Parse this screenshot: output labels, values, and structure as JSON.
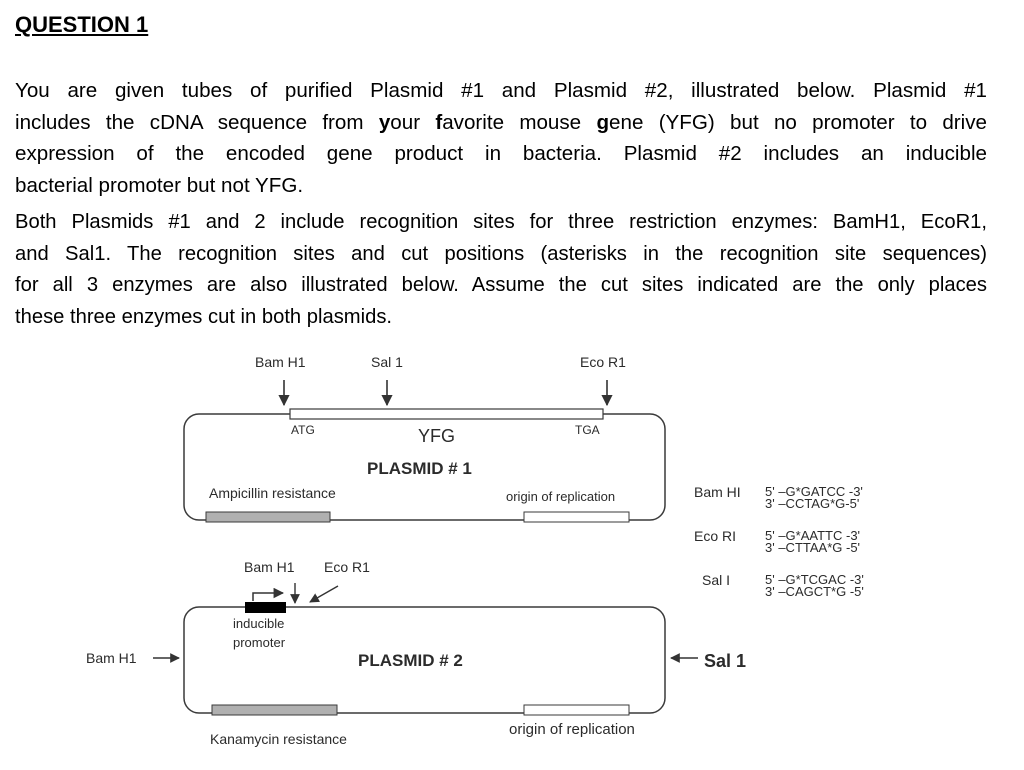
{
  "question": {
    "heading": "QUESTION 1",
    "para1": {
      "l1": "You are given tubes of purified Plasmid #1 and Plasmid #2, illustrated below.  Plasmid #1",
      "l2_a": "includes the cDNA sequence from ",
      "l2_y": "y",
      "l2_b": "our ",
      "l2_f": "f",
      "l2_c": "avorite mouse ",
      "l2_g": "g",
      "l2_d": "ene (YFG) but no promoter to drive",
      "l3": "expression of the encoded gene product in bacteria.  Plasmid #2 includes an inducible",
      "l4": "bacterial promoter but not YFG."
    },
    "para2": {
      "l1": "Both Plasmids #1 and 2 include recognition sites for three restriction enzymes: BamH1, EcoR1,",
      "l2": "and Sal1. The recognition sites and cut positions (asterisks in the recognition site sequences)",
      "l3": "for all 3 enzymes are also illustrated below. Assume the cut sites indicated are the only places",
      "l4": "these three enzymes cut in both plasmids."
    }
  },
  "plasmid1": {
    "site_bam": "Bam H1",
    "site_sal": "Sal 1",
    "site_eco": "Eco R1",
    "atg": "ATG",
    "yfg": "YFG",
    "tga": "TGA",
    "title": "PLASMID # 1",
    "amp": "Ampicillin resistance",
    "ori": "origin of replication"
  },
  "plasmid2": {
    "site_bam": "Bam H1",
    "site_eco": "Eco R1",
    "promoter_l1": "inducible",
    "promoter_l2": "promoter",
    "left_site": "Bam H1",
    "title": "PLASMID # 2",
    "right_site": "Sal 1",
    "kan": "Kanamycin resistance",
    "ori": "origin of replication"
  },
  "enzymes": [
    {
      "name": "Bam HI",
      "top": "5' –G*GATCC -3'",
      "bottom": "3' –CCTAG*G-5'"
    },
    {
      "name": "Eco RI",
      "top": "5' –G*AATTC -3'",
      "bottom": "3' –CTTAA*G -5'"
    },
    {
      "name": "Sal I",
      "top": "5' –G*TCGAC -3'",
      "bottom": "3' –CAGCT*G -5'"
    }
  ],
  "colors": {
    "line": "#3a3a3a",
    "gene_fill": "#b0b0b0",
    "yfg_fill": "#ffffff",
    "promoter_fill": "#000000"
  }
}
